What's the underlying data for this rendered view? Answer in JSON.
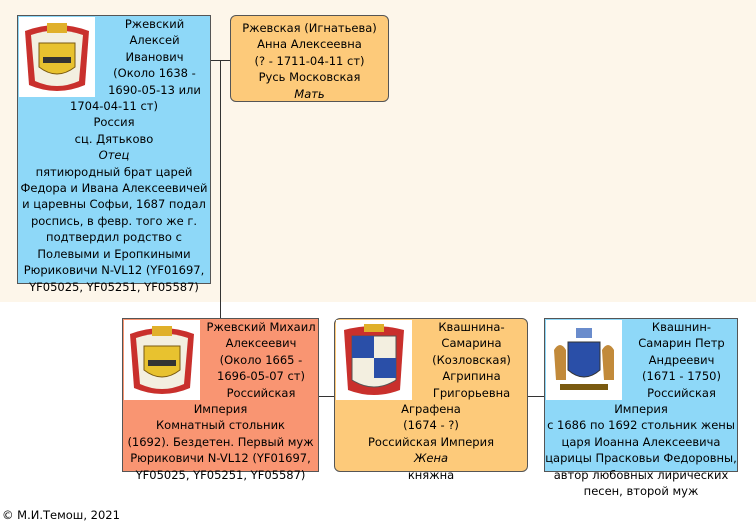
{
  "copyright": "© М.И.Темош, 2021",
  "father": {
    "name": "Ржевский Алексей Иванович",
    "dates": "(Около 1638 - 1690-05-13 или 1704-04-11 ст)",
    "country": "Россия",
    "place": "сц. Дятьково",
    "role": "Отец",
    "note": "пятиюродный брат царей Федора и Ивана Алексеевичей и царевны Софьи, 1687 подал роспись, в февр. того же г. подтвердил родство с Полевыми и Еропкиными",
    "haplo": "Рюриковичи N-VL12 (YF01697, YF05025, YF05251, YF05587)"
  },
  "mother": {
    "name": "Ржевская (Игнатьева) Анна Алексеевна",
    "dates": "(? - 1711-04-11 ст)",
    "place": "Русь Московская",
    "role": "Мать"
  },
  "subject": {
    "name": "Ржевский Михаил Алексеевич",
    "dates": "(Около 1665 - 1696-05-07 ст)",
    "country": "Российская Империя",
    "title": "Комнатный стольник",
    "note": "(1692). Бездетен. Первый муж",
    "haplo": "Рюриковичи N-VL12 (YF01697, YF05025, YF05251, YF05587)"
  },
  "wife": {
    "name": "Квашнина-Самарина (Козловская) Агрипина Григорьевна Аграфена",
    "dates": "(1674 - ?)",
    "country": "Российская Империя",
    "role": "Жена",
    "title": "княжна"
  },
  "husband2": {
    "name": "Квашнин-Самарин Петр Андреевич",
    "dates": "(1671 - 1750)",
    "country": "Российская Империя",
    "career": "с 1686 по 1692 стольник жены царя Иоанна Алексеевича царицы Прасковьи Федоровны, автор любовных лирических песен, второй муж"
  },
  "colors": {
    "blue": "#8ed8f8",
    "orange": "#fdca7a",
    "red": "#f99572",
    "band": "#fdf6ea"
  }
}
